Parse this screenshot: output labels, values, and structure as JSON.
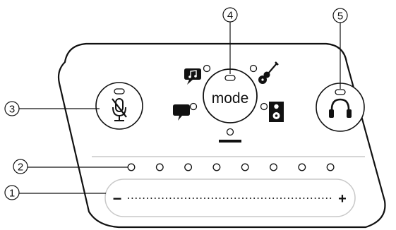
{
  "diagram": {
    "mode_label": "mode",
    "callouts": [
      "1",
      "2",
      "3",
      "4",
      "5"
    ],
    "volume": {
      "minus": "−",
      "plus": "+"
    },
    "meter_led_count": 8,
    "icons": {
      "mute": "microphone-mute-icon",
      "headphones": "headphones-icon",
      "speech": "speech-bubble-icon",
      "music": "music-note-bubble-icon",
      "guitar": "acoustic-guitar-icon",
      "loud": "speaker-icon",
      "flat": "flat-bar-icon"
    }
  }
}
